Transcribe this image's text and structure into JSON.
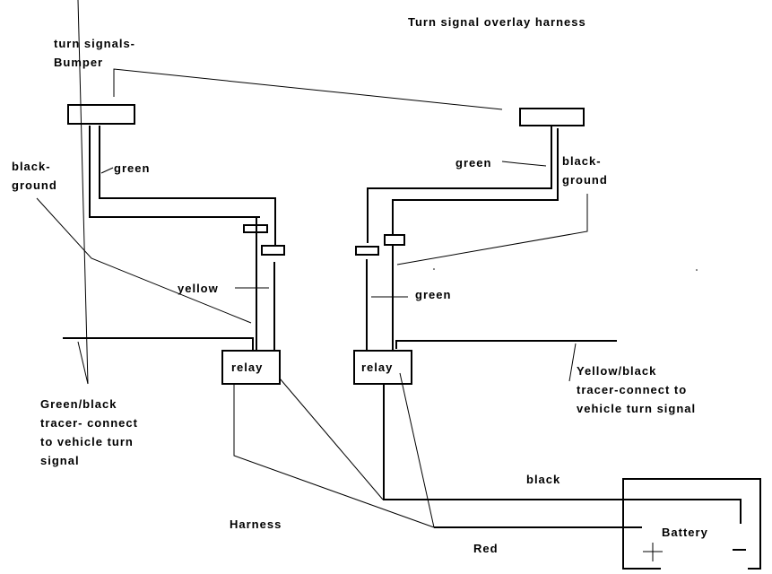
{
  "title": "Turn signal overlay harness",
  "labels": {
    "bumper_line1": "turn signals-",
    "bumper_line2": "Bumper",
    "left_ground_line1": "black-",
    "left_ground_line2": "ground",
    "left_green": "green",
    "right_green_top": "green",
    "right_ground_line1": "black-",
    "right_ground_line2": "ground",
    "yellow": "yellow",
    "right_green_mid": "green",
    "left_relay": "relay",
    "right_relay": "relay",
    "left_tracer_line1": "Green/black",
    "left_tracer_line2": "tracer- connect",
    "left_tracer_line3": "to vehicle turn",
    "left_tracer_line4": "signal",
    "right_tracer_line1": "Yellow/black",
    "right_tracer_line2": "tracer-connect to",
    "right_tracer_line3": "vehicle turn signal",
    "black_wire": "black",
    "harness": "Harness",
    "red_wire": "Red",
    "battery": "Battery",
    "battery_plus": "+",
    "battery_minus": "−"
  }
}
